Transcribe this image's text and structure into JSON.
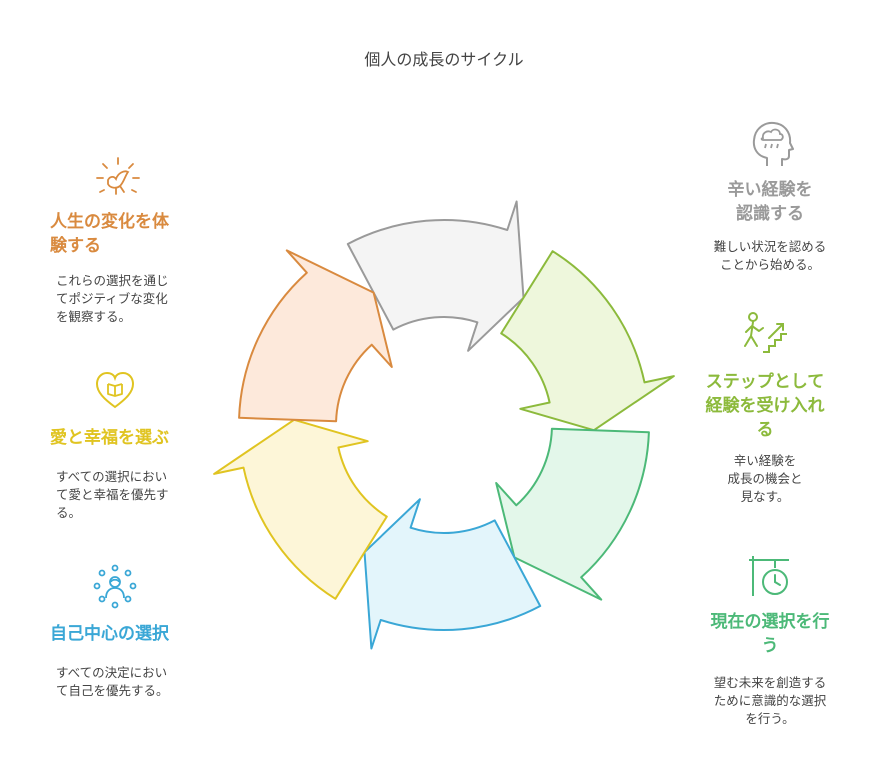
{
  "title": "個人の成長のサイクル",
  "colors": {
    "gray": "#9a9a9a",
    "green_light": "#8cba3c",
    "green": "#4cb978",
    "blue": "#3aa7d6",
    "yellow": "#e0c421",
    "orange": "#d98a3f"
  },
  "steps": [
    {
      "id": "recognize",
      "icon": "head-rain-cloud-icon",
      "heading_lines": [
        "辛い経験を",
        "認識する"
      ],
      "desc_lines": [
        "難しい状況を認める",
        "ことから始める。"
      ]
    },
    {
      "id": "accept",
      "icon": "person-climbing-stairs-icon",
      "heading_lines": [
        "ステップとして",
        "経験を受け入れ",
        "る"
      ],
      "desc_lines": [
        "辛い経験を",
        "成長の機会と",
        "見なす。"
      ]
    },
    {
      "id": "choose",
      "icon": "hanging-clock-icon",
      "heading_lines": [
        "現在の選択を行",
        "う"
      ],
      "desc_lines": [
        "望む未来を創造する",
        "ために意識的な選択",
        "を行う。"
      ]
    },
    {
      "id": "self",
      "icon": "person-circle-dots-icon",
      "heading_lines": [
        "自己中心の選択"
      ],
      "desc_lines": [
        "すべての決定におい",
        "て自己を優先する。"
      ]
    },
    {
      "id": "love",
      "icon": "heart-book-icon",
      "heading_lines": [
        "愛と幸福を選ぶ"
      ],
      "desc_lines": [
        "すべての選択におい",
        "て愛と幸福を優先す",
        "る。"
      ]
    },
    {
      "id": "transform",
      "icon": "dove-sun-icon",
      "heading_lines": [
        "人生の変化を体",
        "験する"
      ],
      "desc_lines": [
        "これらの選択を通じ",
        "てポジティブな変化",
        "を観察する。"
      ]
    }
  ]
}
